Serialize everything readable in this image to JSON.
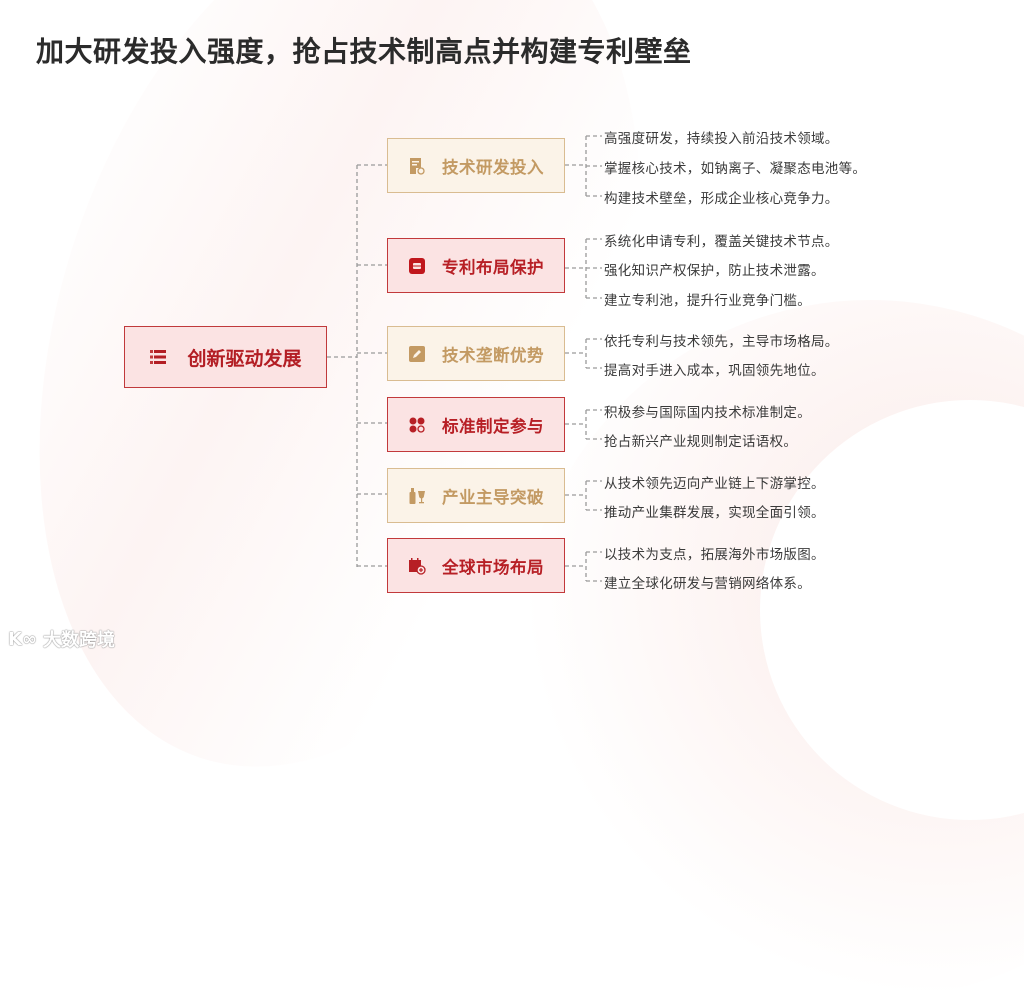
{
  "title": "加大研发投入强度，抢占技术制高点并构建专利壁垒",
  "colors": {
    "red_accent": "#b71f25",
    "red_border": "#c2393b",
    "red_fill": "#fbe3e3",
    "tan_accent": "#c39a63",
    "tan_border": "#d9bc91",
    "tan_fill": "#fbf3e8",
    "text": "#3a3a3a",
    "connector": "#9a9a9a"
  },
  "root": {
    "label": "创新驱动发展",
    "icon": "list-icon"
  },
  "branches": [
    {
      "label": "技术研发投入",
      "style": "tan",
      "icon": "document-icon",
      "items": [
        "高强度研发，持续投入前沿技术领域。",
        "掌握核心技术，如钠离子、凝聚态电池等。",
        "构建技术壁垒，形成企业核心竞争力。"
      ]
    },
    {
      "label": "专利布局保护",
      "style": "red",
      "icon": "patent-icon",
      "items": [
        "系统化申请专利，覆盖关键技术节点。",
        "强化知识产权保护，防止技术泄露。",
        "建立专利池，提升行业竞争门槛。"
      ]
    },
    {
      "label": "技术垄断优势",
      "style": "tan",
      "icon": "edit-icon",
      "items": [
        "依托专利与技术领先，主导市场格局。",
        "提高对手进入成本，巩固领先地位。"
      ]
    },
    {
      "label": "标准制定参与",
      "style": "red",
      "icon": "apps-icon",
      "items": [
        "积极参与国际国内技术标准制定。",
        "抢占新兴产业规则制定话语权。"
      ]
    },
    {
      "label": "产业主导突破",
      "style": "tan",
      "icon": "bottle-glass-icon",
      "items": [
        "从技术领先迈向产业链上下游掌控。",
        "推动产业集群发展，实现全面引领。"
      ]
    },
    {
      "label": "全球市场布局",
      "style": "red",
      "icon": "calendar-add-icon",
      "items": [
        "以技术为支点，拓展海外市场版图。",
        "建立全球化研发与营销网络体系。"
      ]
    }
  ],
  "watermark": {
    "logo": "K∞",
    "text": "大数跨境"
  }
}
